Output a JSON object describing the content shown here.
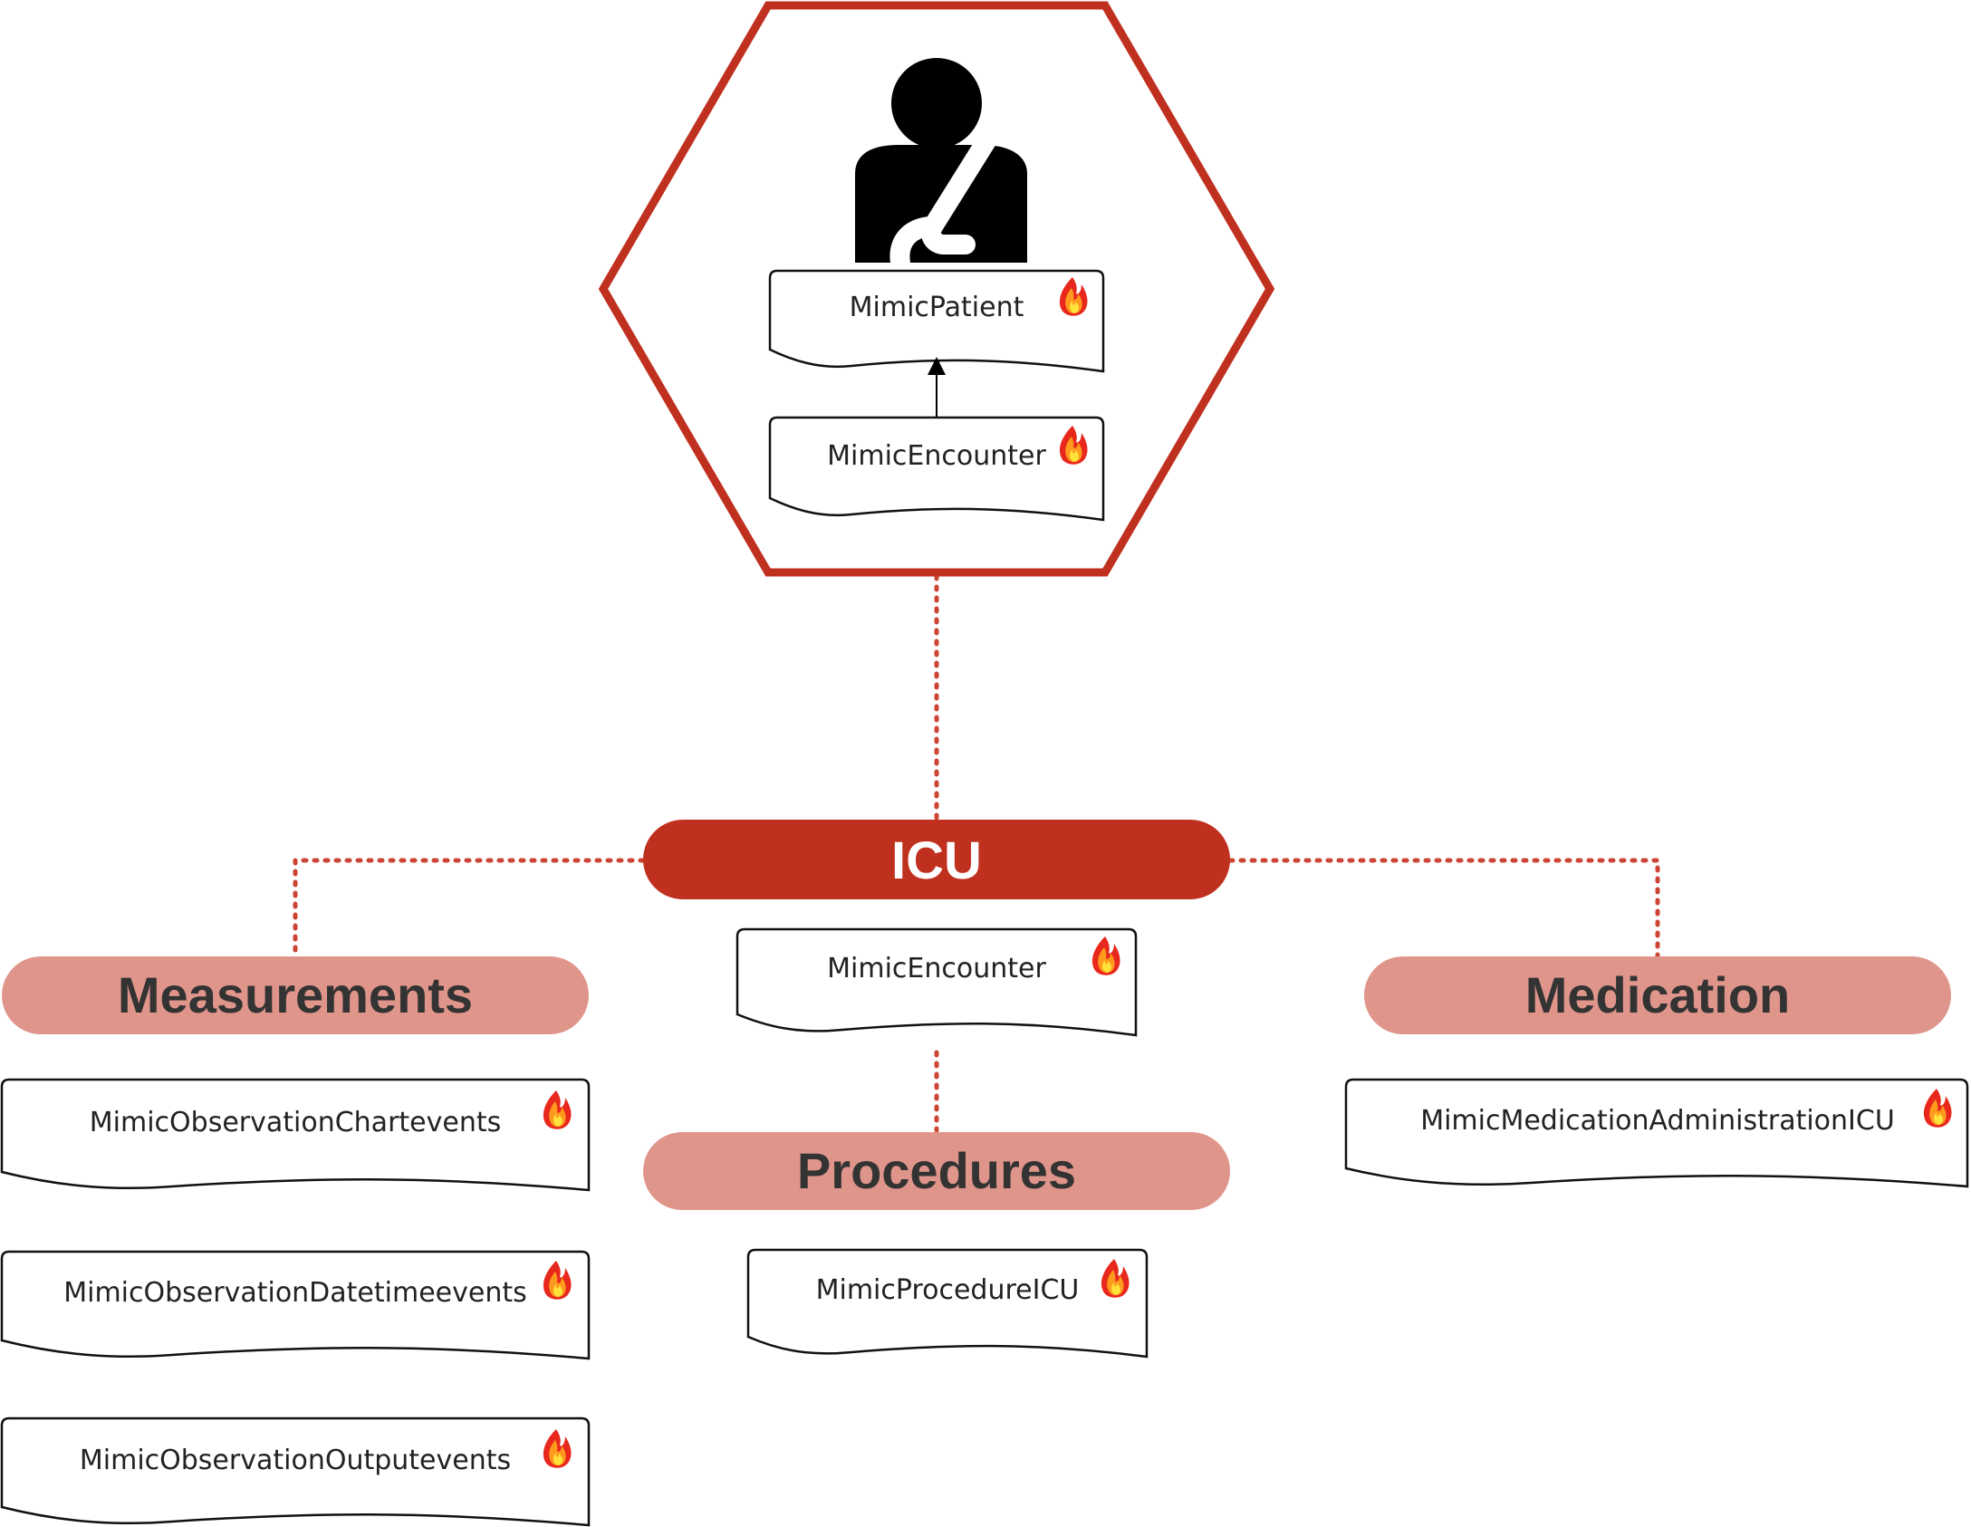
{
  "colors": {
    "primary": "#c0301f",
    "secondary": "#e0958b",
    "connector": "#cc4433",
    "text_dark": "#333333"
  },
  "icons": {
    "patient": "patient-arm-sling-icon",
    "fhir": "fhir-flame-icon"
  },
  "patient_group": {
    "resources": [
      "MimicPatient",
      "MimicEncounter"
    ]
  },
  "hub": {
    "label": "ICU",
    "resource": "MimicEncounter"
  },
  "categories": [
    {
      "id": "measurements",
      "label": "Measurements",
      "resources": [
        "MimicObservationChartevents",
        "MimicObservationDatetimeevents",
        "MimicObservationOutputevents"
      ]
    },
    {
      "id": "procedures",
      "label": "Procedures",
      "resources": [
        "MimicProcedureICU"
      ]
    },
    {
      "id": "medication",
      "label": "Medication",
      "resources": [
        "MimicMedicationAdministrationICU"
      ]
    }
  ]
}
